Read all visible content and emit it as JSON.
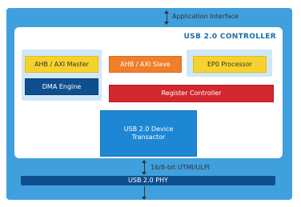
{
  "diagram": {
    "top_interface_label": "Application Interface",
    "controller_title": "USB 2.0  CONTROLLER",
    "blocks": {
      "ahb_axi_master": "AHB / AXI Master",
      "dma_engine": "DMA Engine",
      "ahb_axi_slave": "AHB / AXI Slave",
      "ep0_processor": "EP0 Processor",
      "register_controller": "Register Controller",
      "device_transactor_line1": "USB 2.0 Device",
      "device_transactor_line2": "Transactor"
    },
    "bottom_interface_label": "16/8-bit UTMI/ULPI",
    "phy_label": "USB 2.0 PHY"
  }
}
